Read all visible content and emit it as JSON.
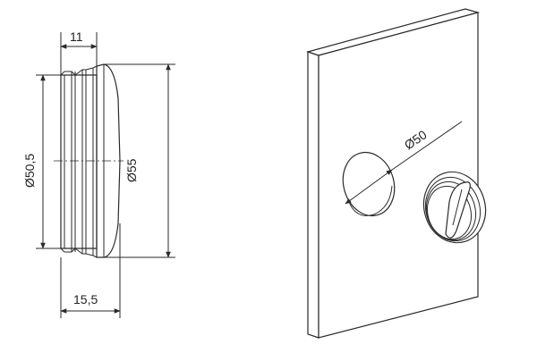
{
  "dimensions": {
    "depth_top": "11",
    "inner_diameter": "Ø50,5",
    "outer_diameter": "Ø55",
    "depth_bottom": "15,5",
    "hole_diameter": "Ø50"
  },
  "colors": {
    "stroke": "#2a2a2a",
    "panel_fill": "#ffffff",
    "background": "#ffffff"
  }
}
